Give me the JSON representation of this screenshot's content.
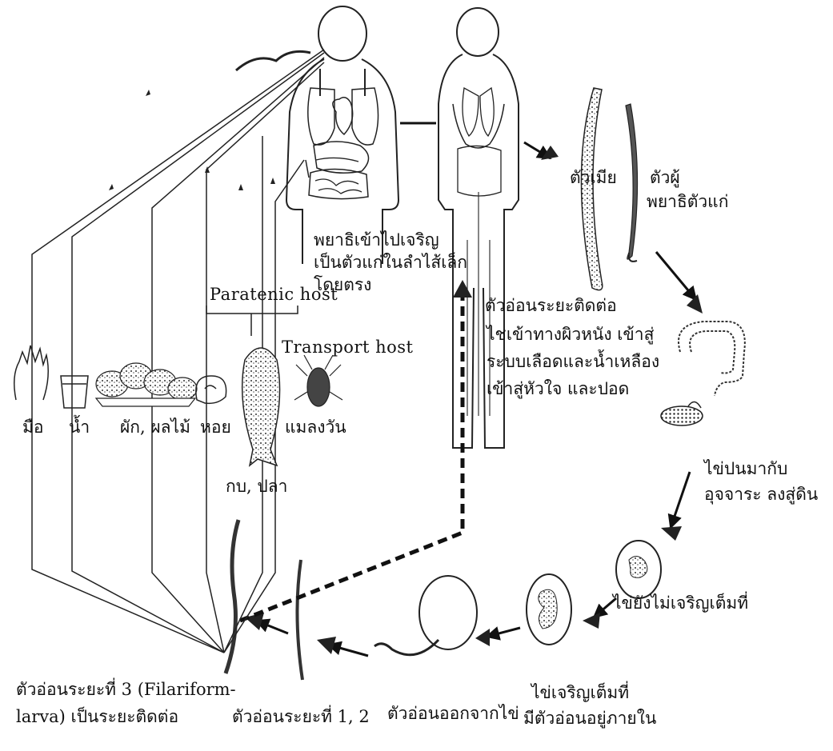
{
  "diagram": {
    "labels": {
      "adult_migration": "พยาธิเข้าไปเจริญ",
      "adult_migration_2": "เป็นตัวแก่ในลำไส้เล็ก",
      "adult_migration_3": "โดยตรง",
      "female_worm": "ตัวเมีย",
      "male_worm": "ตัวผู้",
      "adult_worm": "พยาธิตัวแก่",
      "infective_larva": "ตัวอ่อนระยะติดต่อ",
      "penetration_1": "ไชเข้าทางผิวหนัง เข้าสู่",
      "penetration_2": "ระบบเลือดและน้ำเหลือง",
      "penetration_3": "เข้าสู่หัวใจ และปอด",
      "eggs_feces_1": "ไข่ปนมากับ",
      "eggs_feces_2": "อุจจาระ ลงสู่ดิน",
      "egg_immature": "ไข่ยังไม่เจริญเต็มที่",
      "egg_mature_1": "ไข่เจริญเต็มที่",
      "egg_mature_2": "มีตัวอ่อนอยู่ภายใน",
      "larva_hatch": "ตัวอ่อนออกจากไข่",
      "larva_stage12": "ตัวอ่อนระยะที่ 1, 2",
      "larva_stage3_1": "ตัวอ่อนระยะที่ 3 (Filariform-",
      "larva_stage3_2": "larva) เป็นระยะติดต่อ",
      "paratenic_host": "Paratenic host",
      "transport_host": "Transport host",
      "src_hand": "มือ",
      "src_water": "น้ำ",
      "src_veg": "ผัก, ผลไม้",
      "src_snail": "หอย",
      "src_fish": "กบ, ปลา",
      "src_cockroach": "แมลงวัน"
    }
  }
}
